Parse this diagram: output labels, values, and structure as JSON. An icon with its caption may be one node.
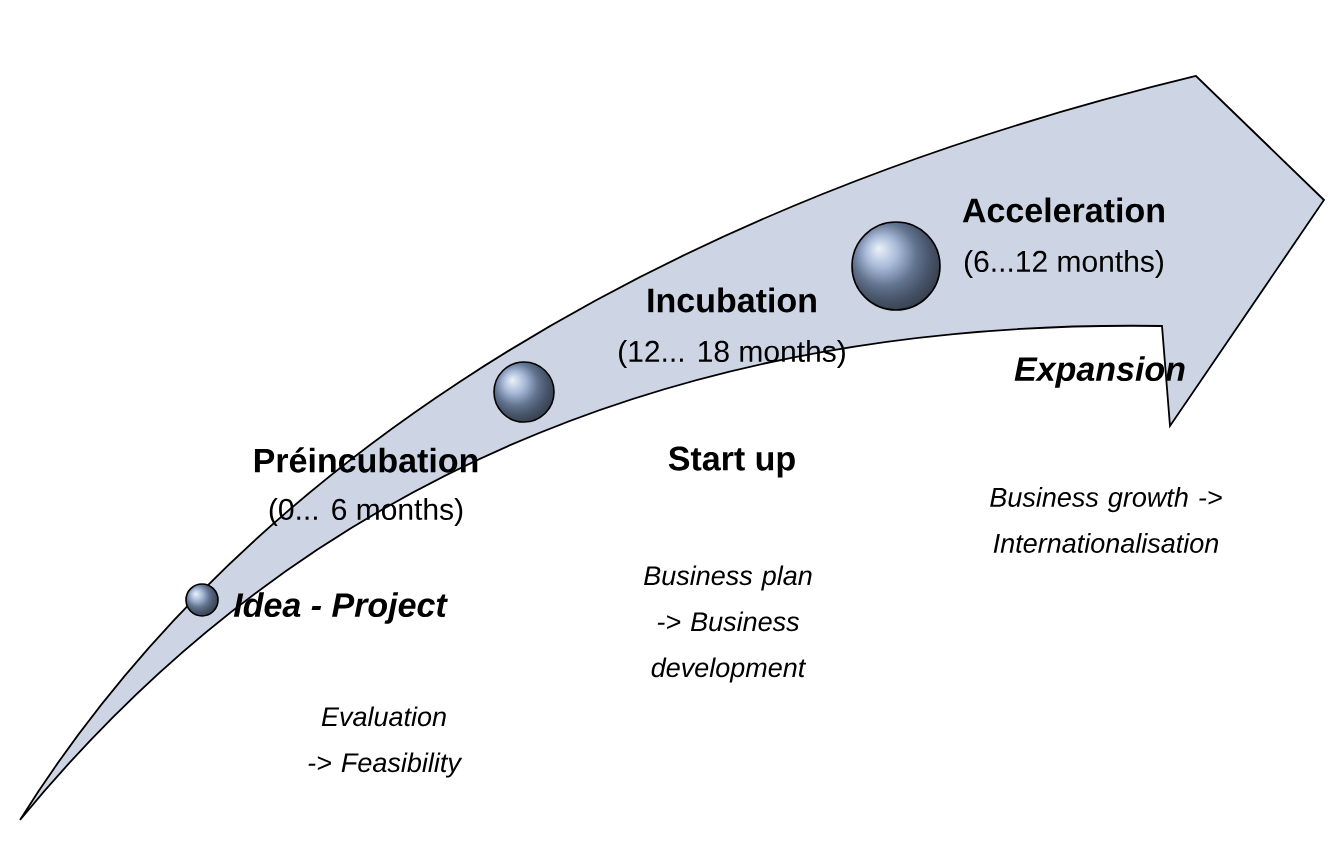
{
  "diagram": {
    "labels": [
      "Acceleration",
      "(6...12 months)",
      "Incubation",
      "(12... 18 months)",
      "Expansion",
      "Préincubation",
      "(0... 6 months)",
      "Start up",
      "Business growth -> Internationalisation",
      "Idea - Project",
      "Business plan -> Business development",
      "Evaluation -> Feasibility"
    ]
  }
}
